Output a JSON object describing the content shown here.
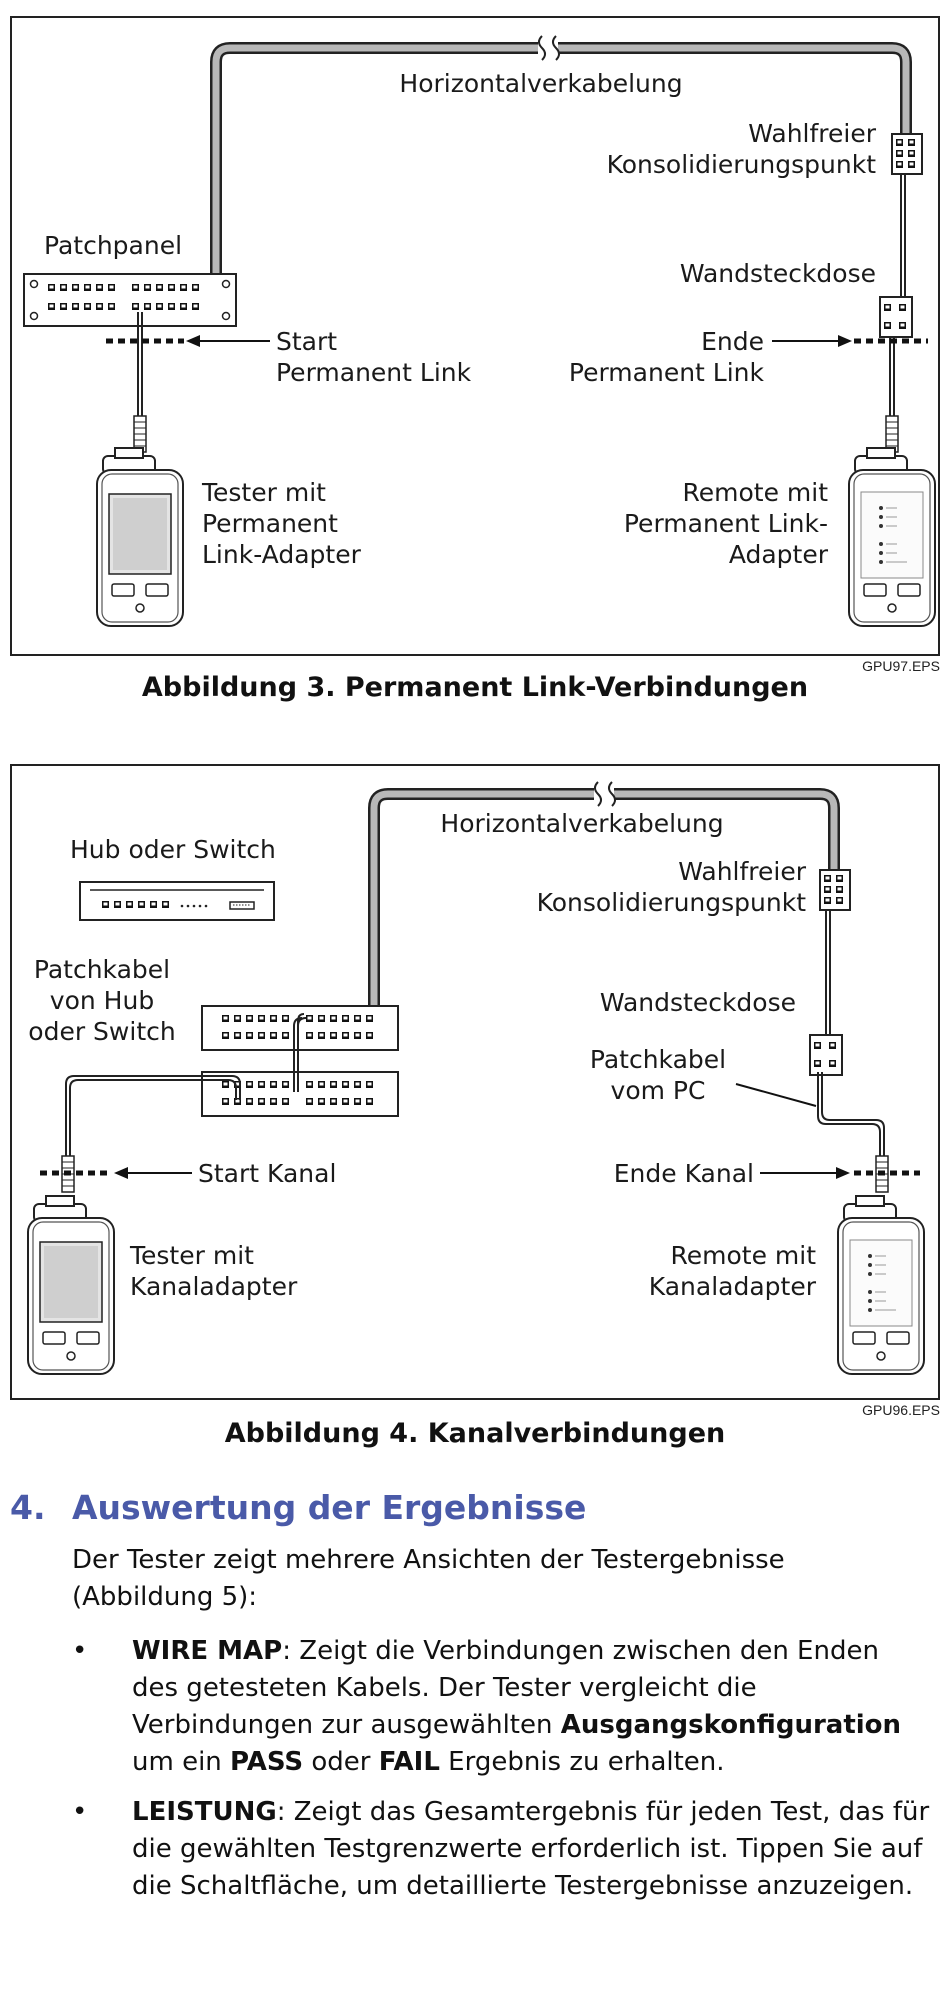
{
  "figure3": {
    "labels": {
      "horizontal": "Horizontalverkabelung",
      "consol_1": "Wahlfreier",
      "consol_2": "Konsolidierungspunkt",
      "patchpanel": "Patchpanel",
      "wall": "Wandsteckdose",
      "start_1": "Start",
      "start_2": "Permanent Link",
      "end_1": "Ende",
      "end_2": "Permanent Link",
      "tester_1": "Tester mit",
      "tester_2": "Permanent",
      "tester_3": "Link-Adapter",
      "remote_1": "Remote mit",
      "remote_2": "Permanent Link-",
      "remote_3": "Adapter"
    },
    "eps": "GPU97.EPS",
    "caption": "Abbildung 3. Permanent Link-Verbindungen"
  },
  "figure4": {
    "labels": {
      "horizontal": "Horizontalverkabelung",
      "hub": "Hub oder Switch",
      "consol_1": "Wahlfreier",
      "consol_2": "Konsolidierungspunkt",
      "patch_hub_1": "Patchkabel",
      "patch_hub_2": "von Hub",
      "patch_hub_3": "oder Switch",
      "wall": "Wandsteckdose",
      "patch_pc_1": "Patchkabel",
      "patch_pc_2": "vom PC",
      "start": "Start Kanal",
      "end": "Ende Kanal",
      "tester_1": "Tester mit",
      "tester_2": "Kanaladapter",
      "remote_1": "Remote mit",
      "remote_2": "Kanaladapter"
    },
    "eps": "GPU96.EPS",
    "caption": "Abbildung 4. Kanalverbindungen"
  },
  "section": {
    "number": "4.",
    "title": "Auswertung der Ergebnisse",
    "intro": "Der Tester zeigt mehrere Ansichten der Testergebnisse (Abbildung 5):",
    "bullet_symbol": "•",
    "bullets": [
      {
        "t1": "WIRE MAP",
        "t2": ": Zeigt die Verbindungen zwischen den Enden des getesteten Kabels. Der Tester vergleicht die Verbindungen zur ausgewählten ",
        "t3": "Ausgangskonfiguration",
        "t4": " um ein ",
        "t5": "PASS",
        "t6": " oder ",
        "t7": "FAIL",
        "t8": " Ergebnis zu erhalten."
      },
      {
        "t1": "LEISTUNG",
        "t2": ": Zeigt das Gesamtergebnis für jeden Test, das für die gewählten Testgrenzwerte erforderlich ist. Tippen Sie auf die Schaltfläche, um detaillierte Testergebnisse anzuzeigen."
      }
    ]
  }
}
